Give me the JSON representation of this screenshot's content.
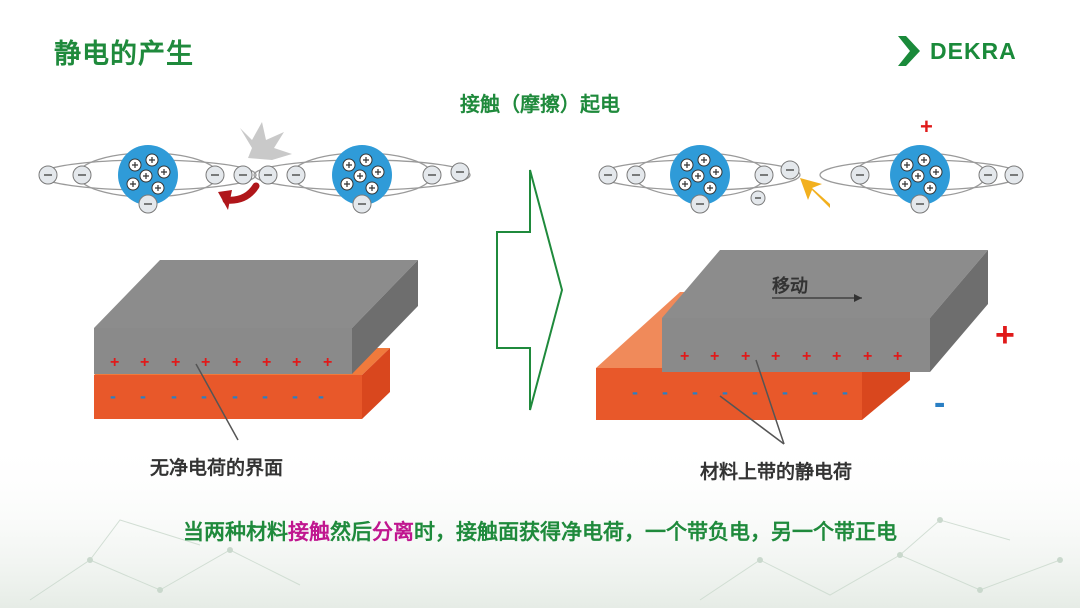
{
  "slide": {
    "title": "静电的产生"
  },
  "logo": {
    "text": "DEKRA"
  },
  "diagram": {
    "subtitle": "接触（摩擦）起电",
    "left_caption": "无净电荷的界面",
    "right_caption": "材料上带的静电荷",
    "move_label": "移动",
    "plus_sign": "+",
    "minus_sign": "-",
    "right_plus": "+",
    "right_minus": "-"
  },
  "footer": {
    "part1": "当两种材料",
    "hl1": "接触",
    "part2": "然后",
    "hl2": "分离",
    "part3": "时，接触面获得净电荷，一个带负电，另一个带正电"
  },
  "colors": {
    "green": "#1f8a3c",
    "gray_top": "#8c8c8c",
    "gray_front": "#8a8a8a",
    "orange": "#e8582a",
    "nucleus": "#2f9bd8",
    "highlight": "#c0168f",
    "plus_red": "#e01a1a",
    "minus_blue": "#2a7fc4"
  }
}
